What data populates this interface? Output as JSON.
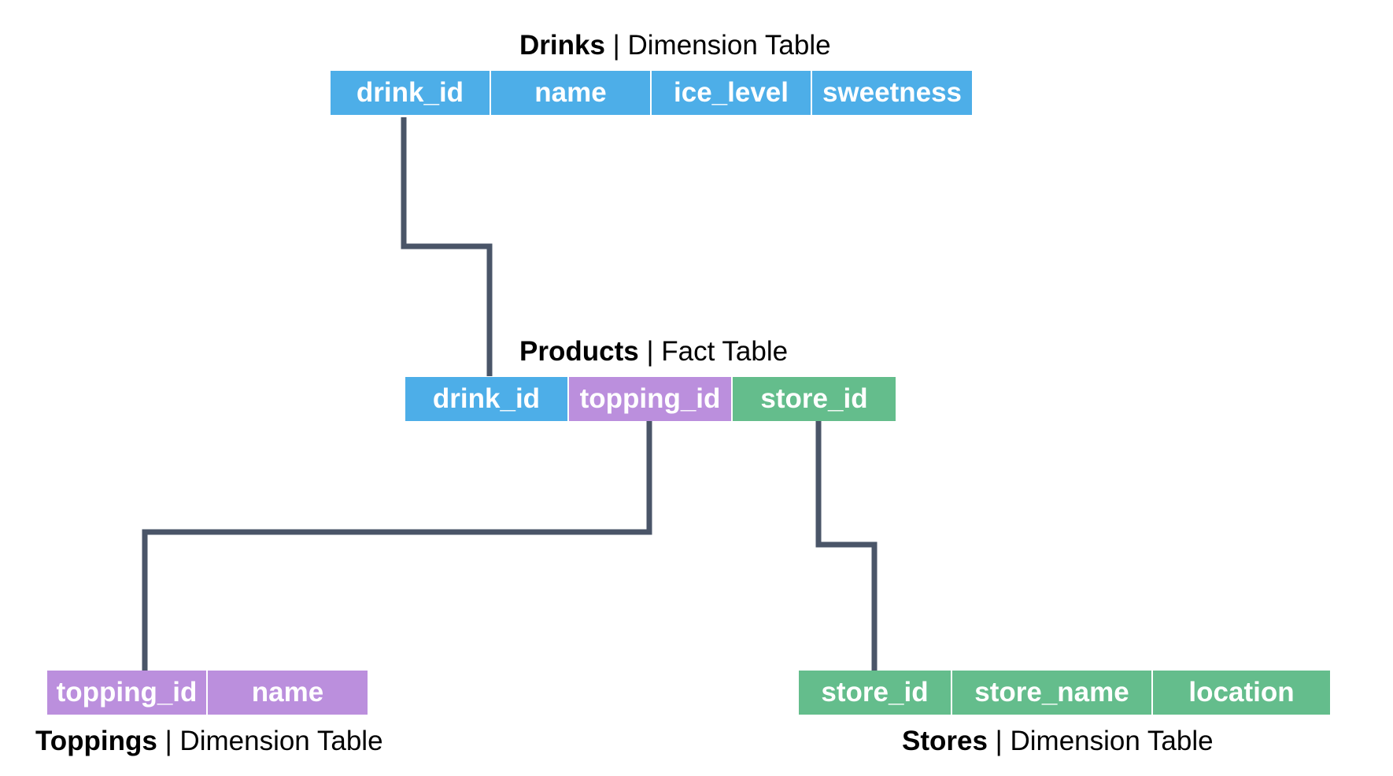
{
  "colors": {
    "blue": "#4daee8",
    "purple": "#bb8fdd",
    "green": "#64bd8c",
    "connector": "#4a5568"
  },
  "tables": {
    "drinks": {
      "name": "Drinks",
      "kind": "| Dimension Table",
      "columns": [
        "drink_id",
        "name",
        "ice_level",
        "sweetness"
      ]
    },
    "products": {
      "name": "Products",
      "kind": "| Fact Table",
      "columns": [
        "drink_id",
        "topping_id",
        "store_id"
      ]
    },
    "toppings": {
      "name": "Toppings",
      "kind": "| Dimension Table",
      "columns": [
        "topping_id",
        "name"
      ]
    },
    "stores": {
      "name": "Stores",
      "kind": "| Dimension Table",
      "columns": [
        "store_id",
        "store_name",
        "location"
      ]
    }
  }
}
